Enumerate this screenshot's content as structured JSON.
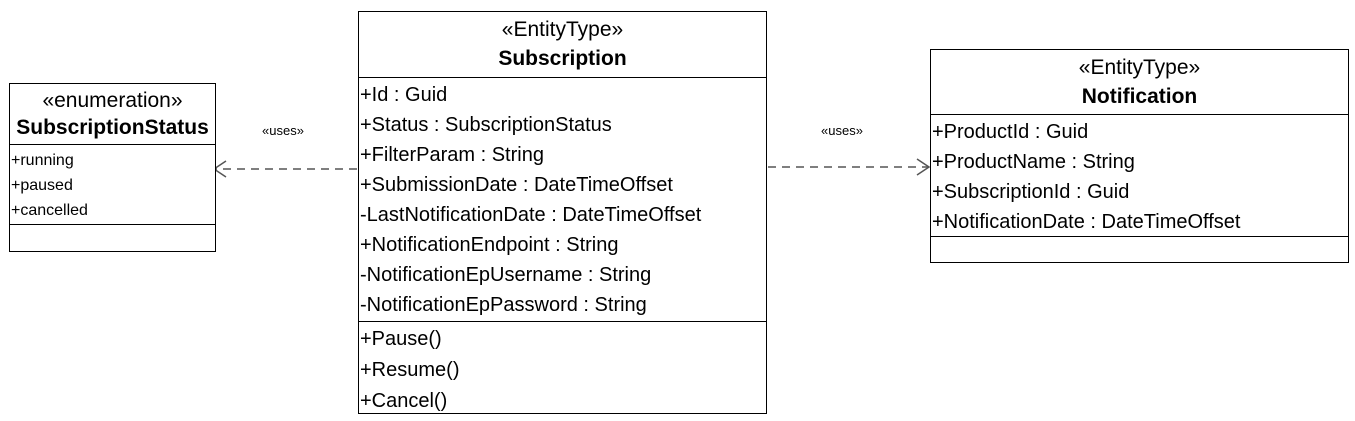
{
  "classes": {
    "subscription_status": {
      "stereotype": "«enumeration»",
      "name": "SubscriptionStatus",
      "attributes": [
        "+running",
        "+paused",
        "+cancelled"
      ]
    },
    "subscription": {
      "stereotype": "«EntityType»",
      "name": "Subscription",
      "attributes": [
        "+Id : Guid",
        "+Status : SubscriptionStatus",
        "+FilterParam : String",
        "+SubmissionDate : DateTimeOffset",
        "-LastNotificationDate : DateTimeOffset",
        "+NotificationEndpoint : String",
        "-NotificationEpUsername : String",
        "-NotificationEpPassword : String"
      ],
      "operations": [
        "+Pause()",
        "+Resume()",
        "+Cancel()"
      ]
    },
    "notification": {
      "stereotype": "«EntityType»",
      "name": "Notification",
      "attributes": [
        "+ProductId : Guid",
        "+ProductName : String",
        "+SubscriptionId : Guid",
        "+NotificationDate : DateTimeOffset"
      ]
    }
  },
  "relations": {
    "to_status": {
      "label": "«uses»"
    },
    "to_notification": {
      "label": "«uses»"
    }
  }
}
